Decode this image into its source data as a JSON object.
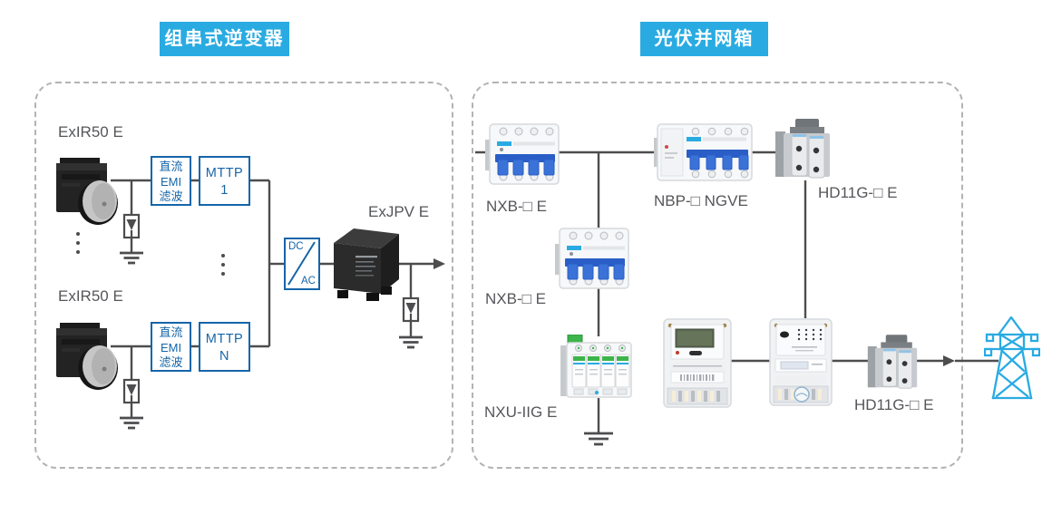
{
  "headers": {
    "left": "组串式逆变器",
    "right": "光伏并网箱"
  },
  "inverter_section": {
    "string_top_label": "ExIR50 E",
    "string_bottom_label": "ExIR50 E",
    "emi_filter_top_lines": [
      "直流",
      "EMI",
      "滤波"
    ],
    "emi_filter_bottom_lines": [
      "直流",
      "EMI",
      "滤波"
    ],
    "mppt_top_lines": [
      "MTTP",
      "1"
    ],
    "mppt_bottom_lines": [
      "MTTP",
      "N"
    ],
    "inverter_dc_label": "DC",
    "inverter_ac_label": "AC",
    "output_device_label": "ExJPV E"
  },
  "grid_box_section": {
    "main_breaker_label": "NXB-□ E",
    "nbp_breaker_label": "NBP-□ NGVE",
    "fuse_switch_top_label": "HD11G-□ E",
    "branch_breaker_label": "NXB-□ E",
    "spd_label": "NXU-IIG E",
    "fuse_switch_bottom_label": "HD11G-□ E"
  },
  "colors": {
    "header_bg": "#29abe2",
    "diagram_box_blue": "#1565a9",
    "wire": "#4d4d4f",
    "label_grey": "#55565a",
    "tower_blue": "#29abe2"
  }
}
